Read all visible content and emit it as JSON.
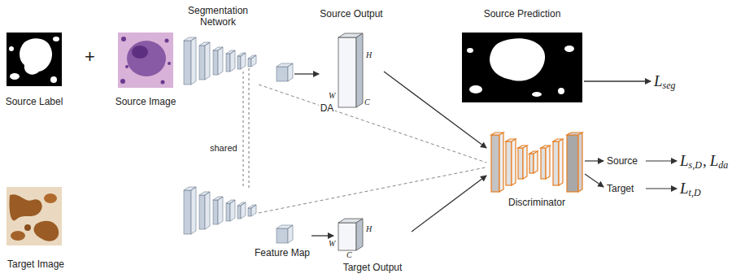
{
  "diagram": {
    "nodes": [
      {
        "text": [
          "Source Label"
        ]
      },
      {
        "text": [
          "Source Image"
        ]
      },
      {
        "text": [
          "Segmentation Network"
        ]
      },
      {
        "text": [
          "Source Output"
        ]
      },
      {
        "text": [
          "Source Prediction"
        ]
      },
      {
        "text": [
          "Discriminator"
        ]
      },
      {
        "text": [
          "Target Image"
        ]
      },
      {
        "text": [
          "Feature Map"
        ]
      },
      {
        "text": [
          "Target Output"
        ]
      }
    ],
    "edges": [
      {
        "from": 2,
        "to": 3,
        "arrow": "to"
      },
      {
        "from": 3,
        "to": 5,
        "arrow": "to"
      },
      {
        "from": 2,
        "to": 5,
        "label": "DA",
        "arrow": "none"
      },
      {
        "from": 7,
        "to": 8,
        "arrow": "to"
      },
      {
        "from": 8,
        "to": 5,
        "arrow": "to"
      }
    ],
    "labels": [
      "+",
      "H",
      "W",
      "C",
      "L",
      "seg",
      "shared",
      "Source",
      "Target",
      "L",
      "s,D",
      ",",
      "L",
      "da",
      "L",
      "t,D",
      "H",
      "W",
      "C"
    ]
  }
}
